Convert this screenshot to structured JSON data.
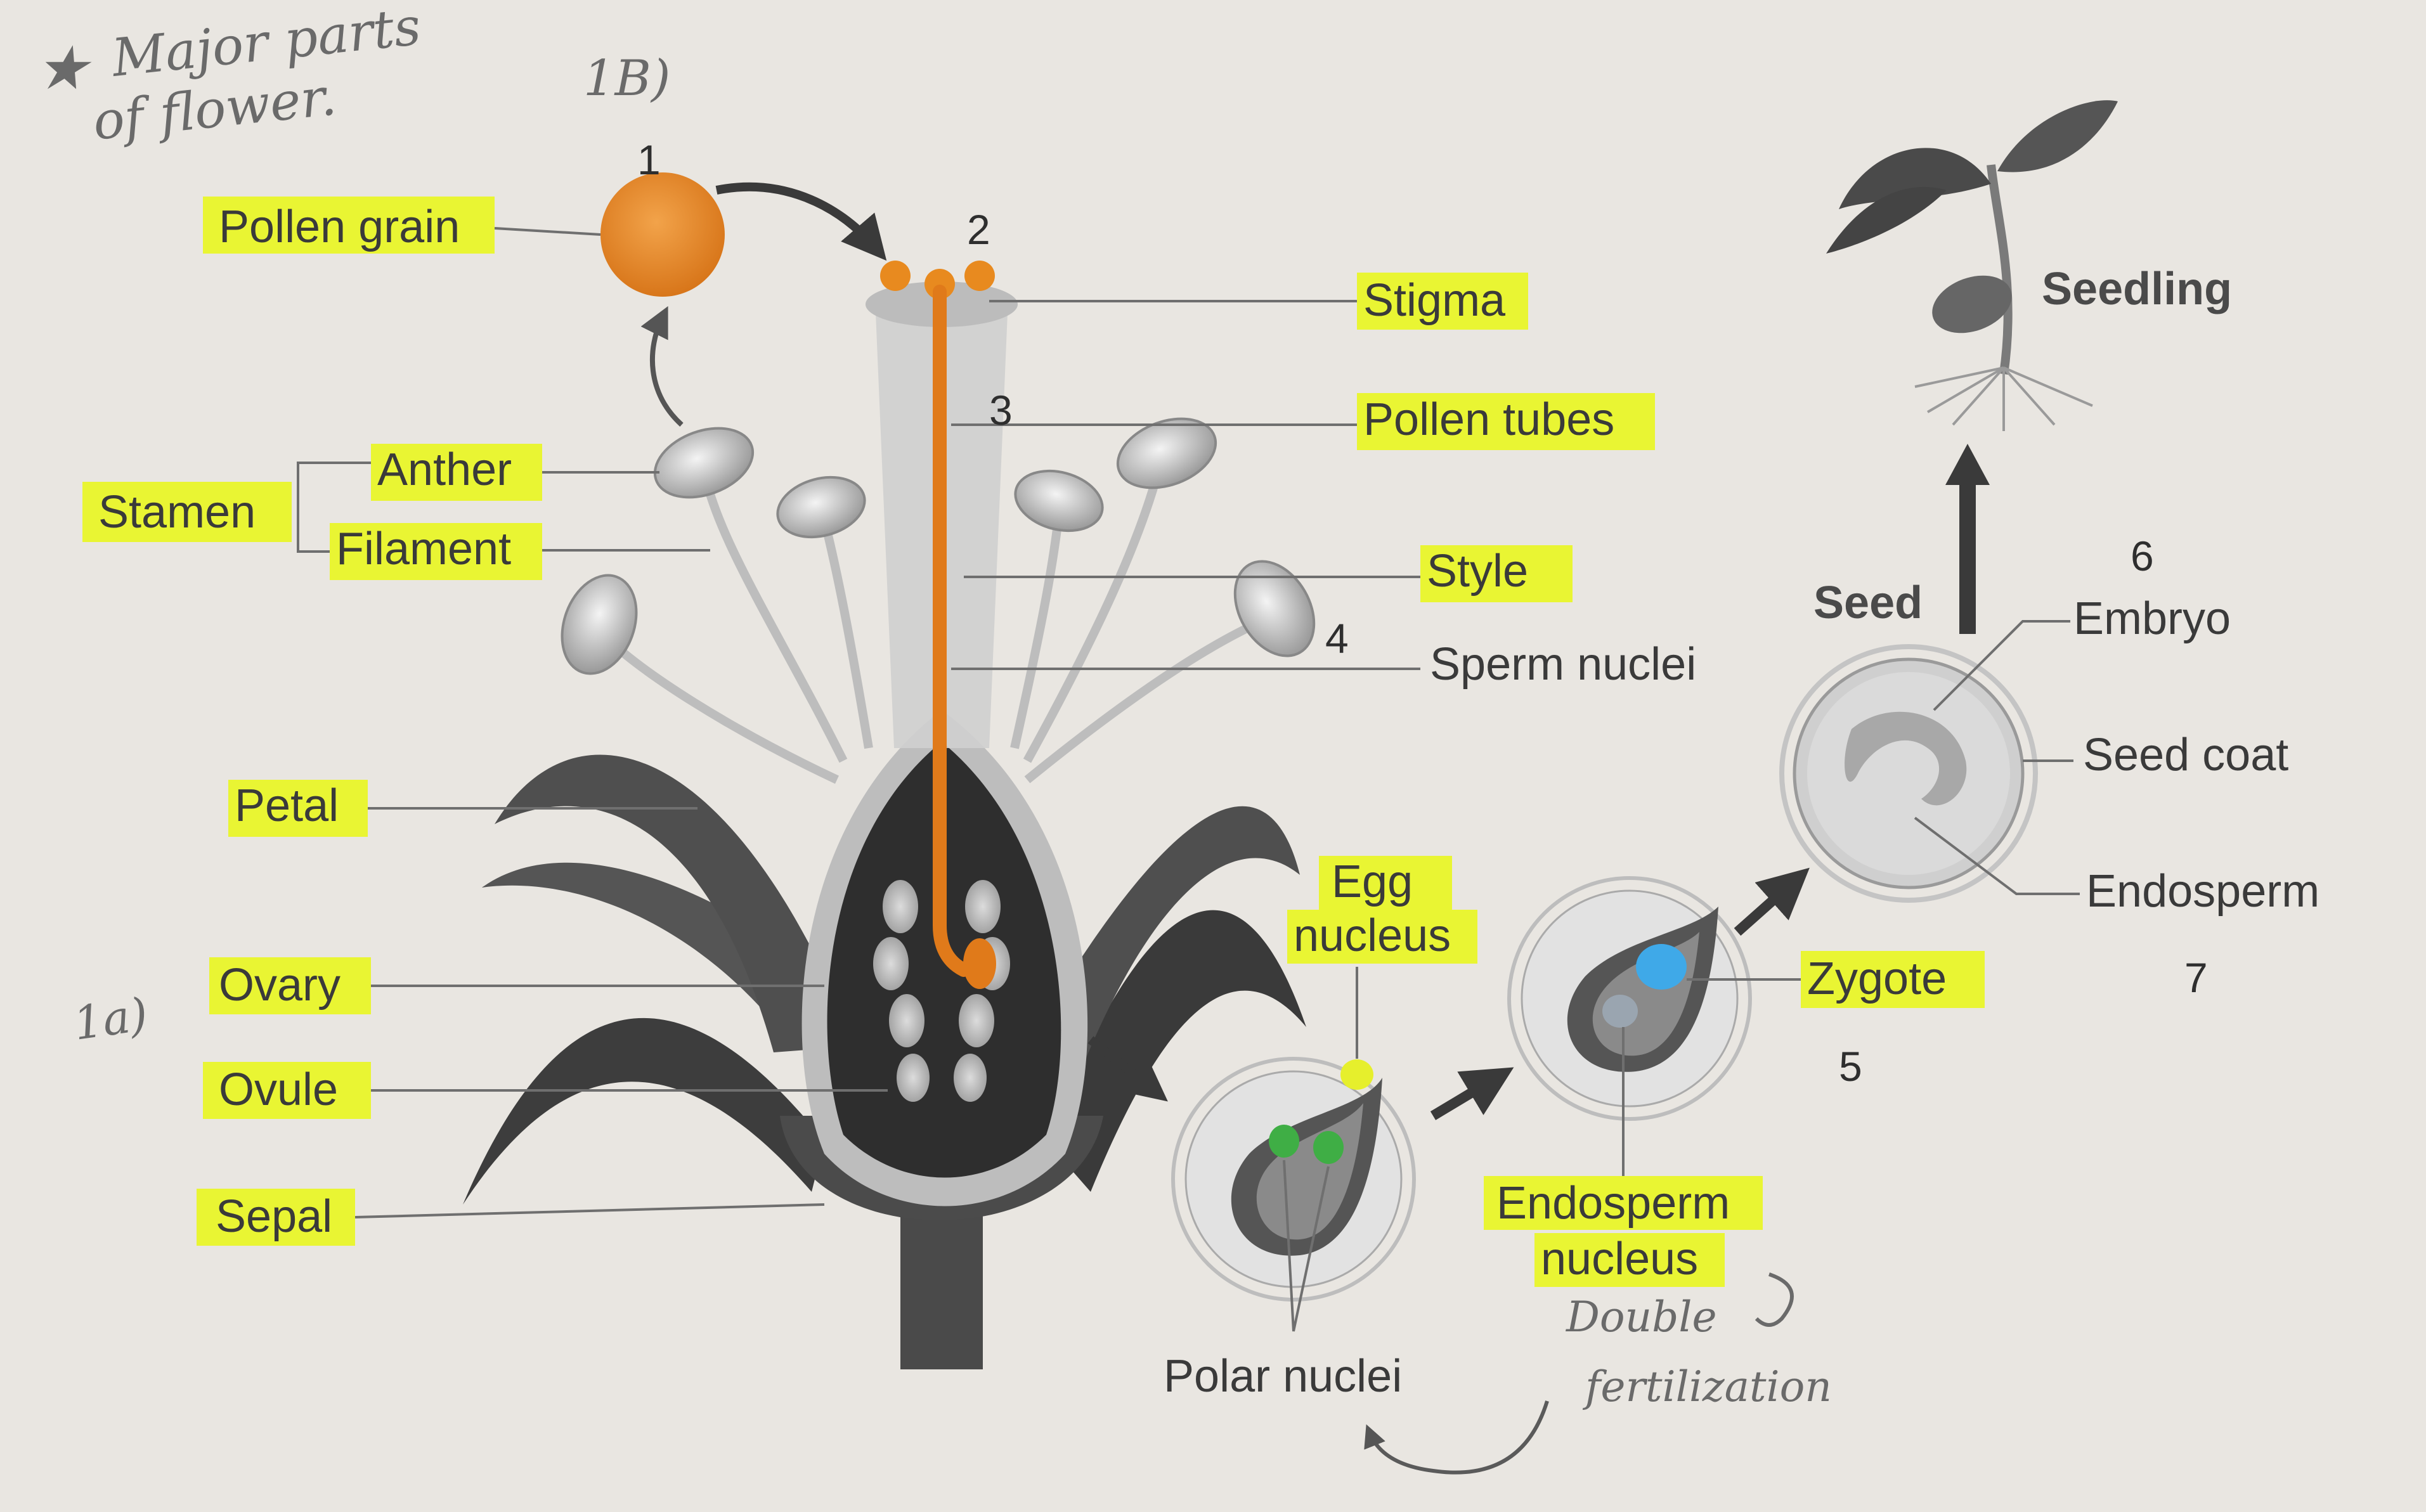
{
  "handwritten": {
    "title_line1": "Major parts",
    "title_line2": "of flower.",
    "title_star": "★",
    "part_1b": "1B)",
    "part_1a": "1a)",
    "double_line1": "Double",
    "double_line2": "fertilization"
  },
  "step_numbers": [
    "1",
    "2",
    "3",
    "4",
    "5",
    "6",
    "7"
  ],
  "labels": {
    "pollen_grain": "Pollen grain",
    "stigma": "Stigma",
    "pollen_tubes": "Pollen tubes",
    "stamen": "Stamen",
    "anther": "Anther",
    "filament": "Filament",
    "style": "Style",
    "sperm_nuclei": "Sperm nuclei",
    "petal": "Petal",
    "ovary": "Ovary",
    "ovule": "Ovule",
    "sepal": "Sepal",
    "egg_nucleus_line1": "Egg",
    "egg_nucleus_line2": "nucleus",
    "polar_nuclei": "Polar nuclei",
    "zygote": "Zygote",
    "endosperm_nucleus_line1": "Endosperm",
    "endosperm_nucleus_line2": "nucleus",
    "seed": "Seed",
    "embryo": "Embryo",
    "seed_coat": "Seed coat",
    "endosperm": "Endosperm",
    "seedling": "Seedling"
  },
  "colors": {
    "highlight": "#e9f533",
    "pollen": "#e88a1f",
    "pollen_tube": "#e07a1a",
    "egg_nucleus": "#e6ef2c",
    "polar_nuclei": "#3fae45",
    "zygote": "#3fa9e8",
    "flower_dark": "#3b3b3b",
    "paper": "#e9e6e1"
  }
}
